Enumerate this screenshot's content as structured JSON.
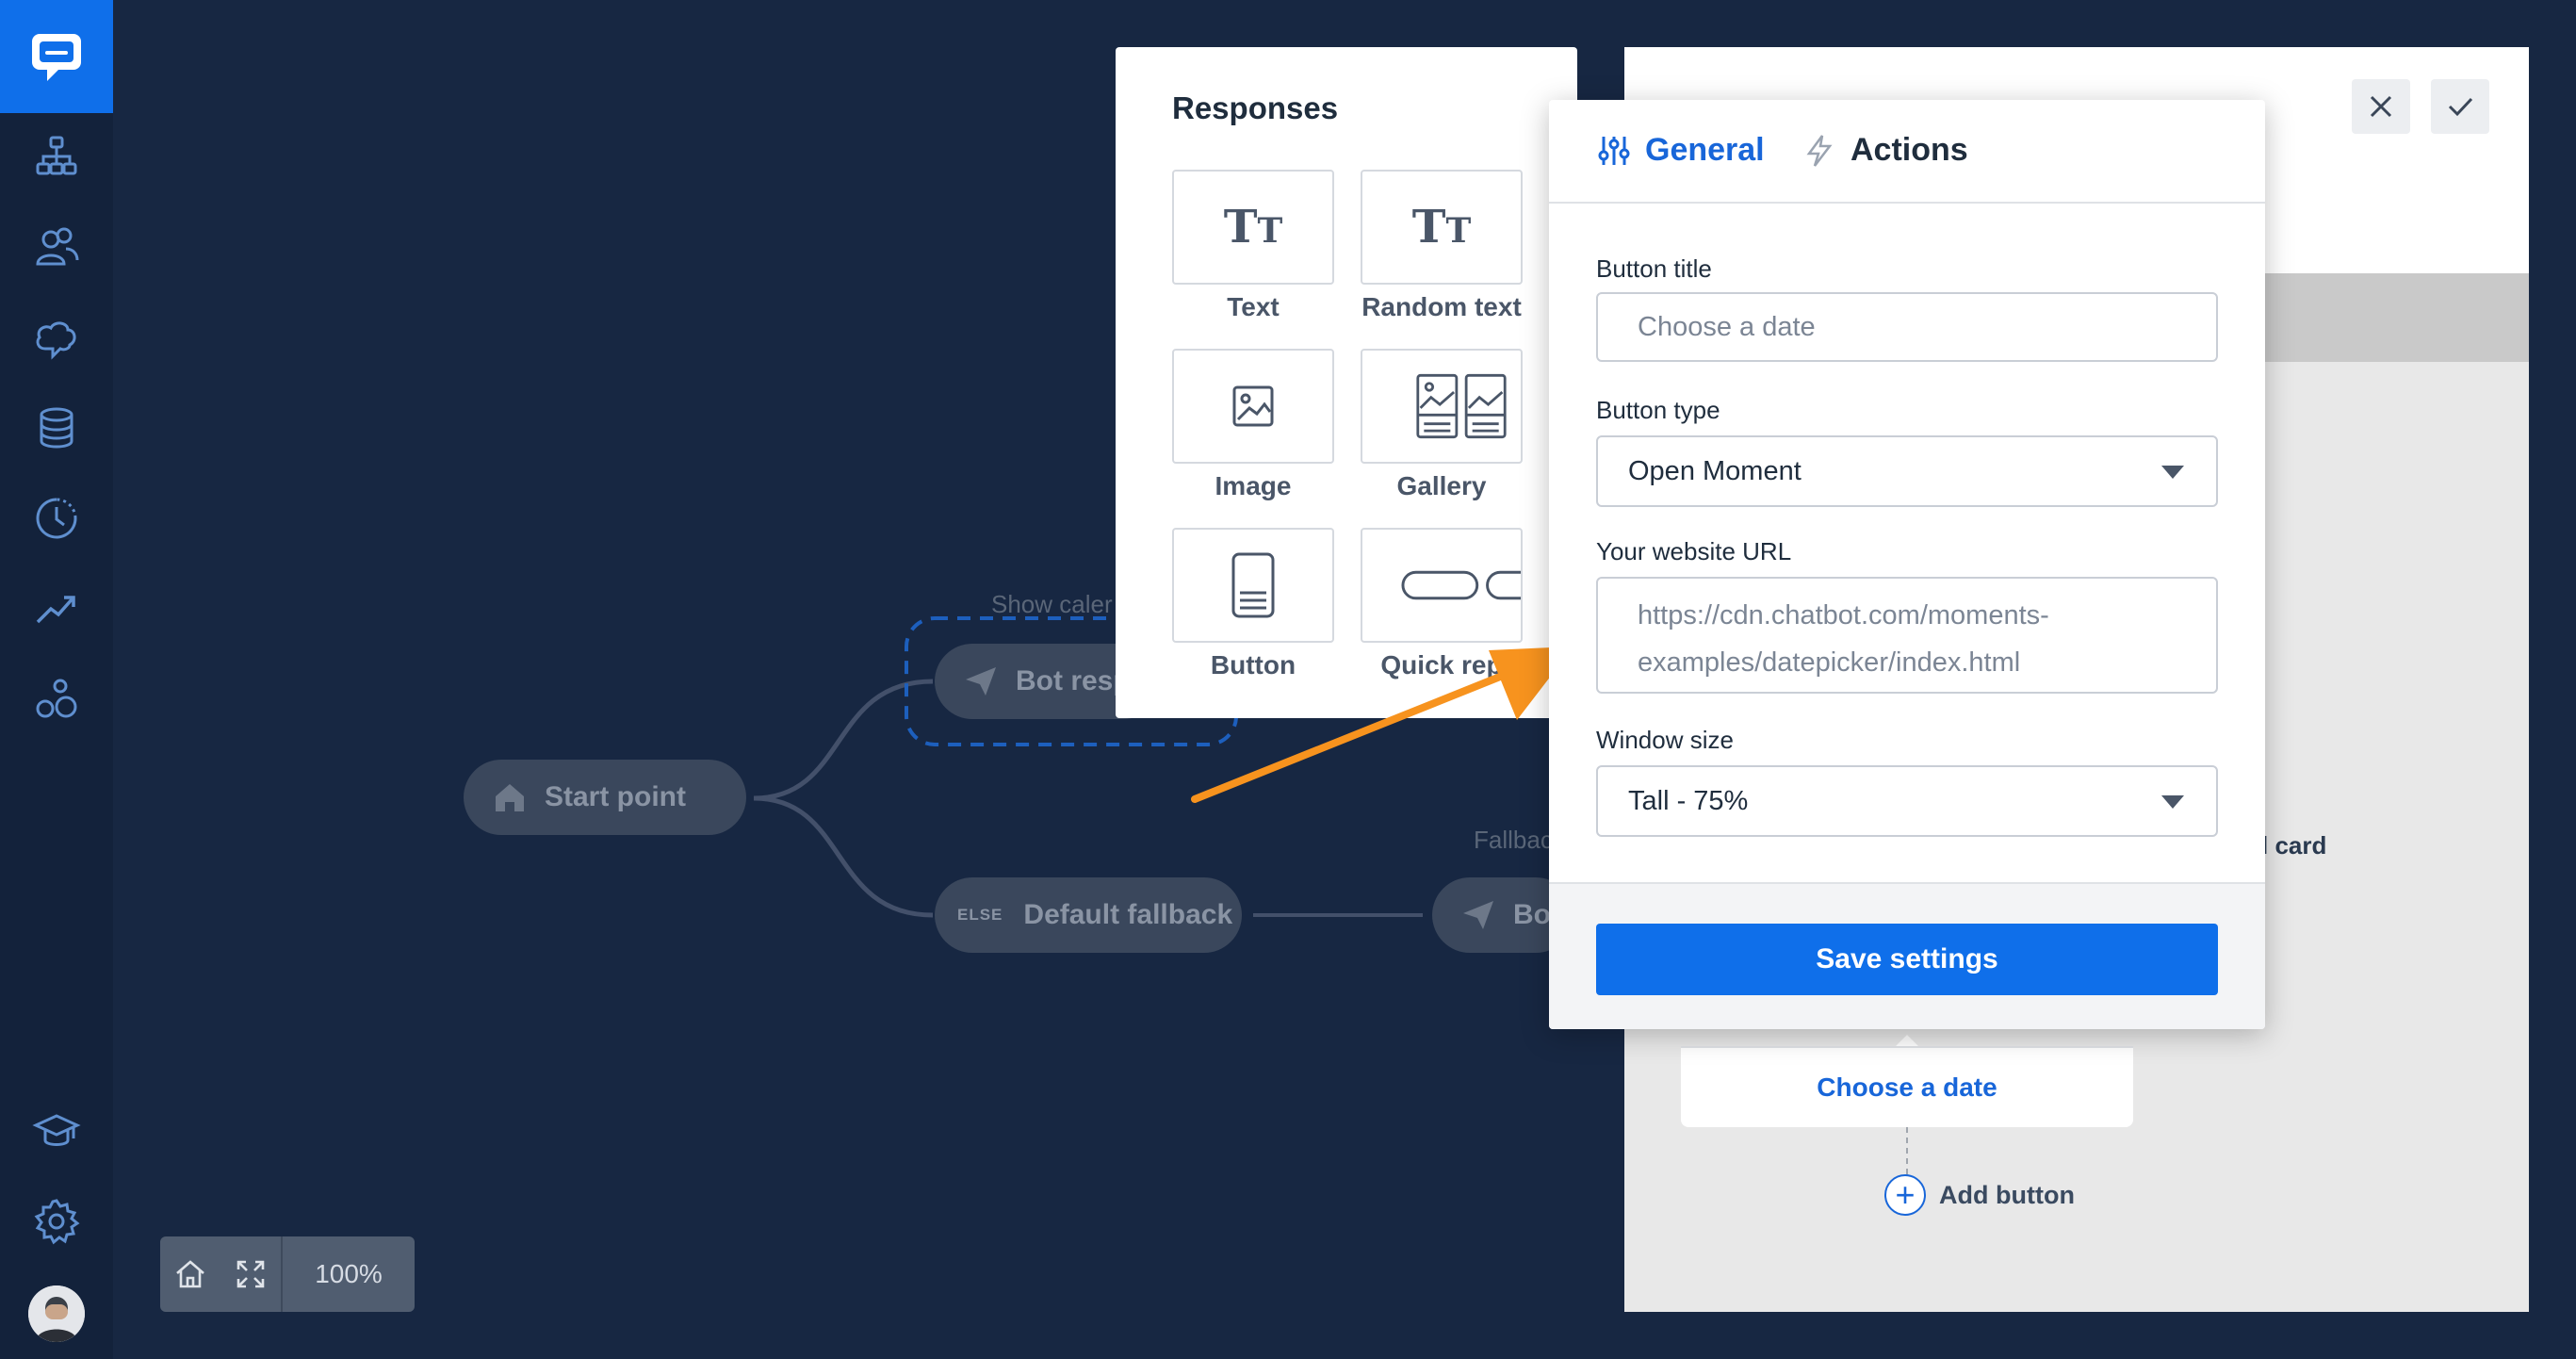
{
  "canvas": {
    "zoom_level": "100%",
    "nodes": {
      "start_point": "Start point",
      "bot_response": "Bot resp",
      "default_fallback": "Default fallback",
      "else_tag": "ELSE",
      "bot_fallback": "Bo",
      "show_calendar_label": "Show caler",
      "fallback_label": "Fallbac"
    }
  },
  "responses_panel": {
    "title": "Responses",
    "items": [
      {
        "label": "Text",
        "icon": "text-icon"
      },
      {
        "label": "Random text",
        "icon": "random-text-icon"
      },
      {
        "label": "Image",
        "icon": "image-icon"
      },
      {
        "label": "Gallery",
        "icon": "gallery-icon"
      },
      {
        "label": "Button",
        "icon": "button-icon"
      },
      {
        "label": "Quick rep",
        "icon": "quick-reply-icon"
      }
    ]
  },
  "dialog": {
    "tabs": [
      {
        "label": "General",
        "icon": "sliders-icon",
        "active": true
      },
      {
        "label": "Actions",
        "icon": "lightning-icon",
        "active": false
      }
    ],
    "fields": {
      "button_title_label": "Button title",
      "button_title_value": "Choose a date",
      "button_type_label": "Button type",
      "button_type_value": "Open Moment",
      "url_label": "Your website URL",
      "url_value_line1": "https://cdn.chatbot.com/moments-",
      "url_value_line2": "examples/datepicker/index.html",
      "window_size_label": "Window size",
      "window_size_value": "Tall - 75%"
    },
    "save_label": "Save settings"
  },
  "preview": {
    "card_text": "l card",
    "choose_button": "Choose a date",
    "add_button": "Add button"
  },
  "colors": {
    "accent": "#0f6fea",
    "background": "#172742",
    "sidebar": "#13223b",
    "arrow": "#f7931e"
  }
}
